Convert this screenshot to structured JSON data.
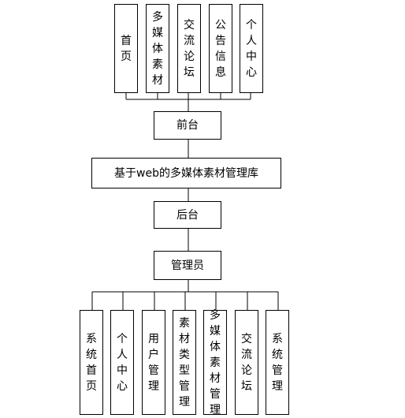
{
  "colors": {
    "line": "#000000",
    "background": "#ffffff"
  },
  "front_modules": [
    "首页",
    "多媒体素材",
    "交流论坛",
    "公告信息",
    "个人中心"
  ],
  "front_label": "前台",
  "system_label": "基于web的多媒体素材管理库",
  "back_label": "后台",
  "admin_label": "管理员",
  "admin_modules": [
    "系统首页",
    "个人中心",
    "用户管理",
    "素材类型管理",
    "多媒体素材管理",
    "交流论坛",
    "系统管理"
  ]
}
